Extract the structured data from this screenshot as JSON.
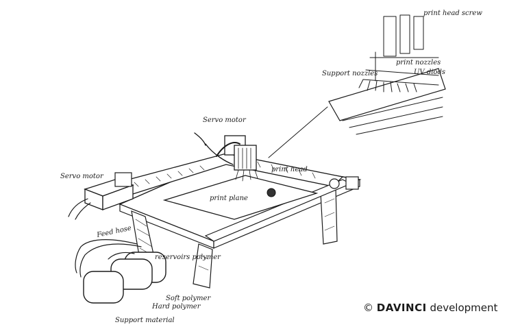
{
  "labels": {
    "servo_motor_top": "Servo motor",
    "servo_motor_left": "Servo motor",
    "print_head": "print head",
    "print_plane": "print plane",
    "feed_hose": "Feed hose",
    "reservoirs": "reservoirs polymer",
    "soft_polymer": "Soft polymer",
    "hard_polymer": "Hard polymer",
    "support_material": "Support material",
    "print_head_screw": "print head screw",
    "print_nozzles": "print nozzles",
    "uv_diods": "UV diods",
    "support_nozzles": "Support nozzles"
  },
  "credit": {
    "symbol": "©",
    "brand": "DAVINCI",
    "suffix": "development"
  }
}
